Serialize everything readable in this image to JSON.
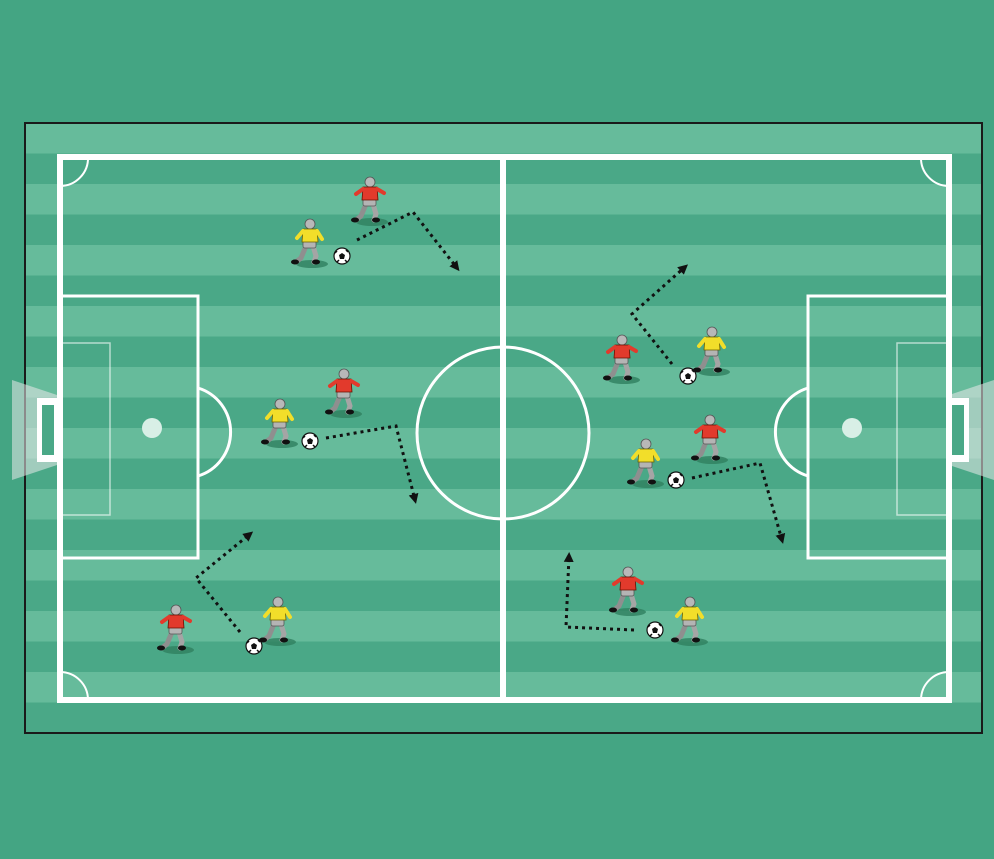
{
  "colors": {
    "background": "#44a583",
    "pitch_dark": "#4aa887",
    "pitch_light": "#66bb9b",
    "lines": "#ffffff",
    "border": "#1a1a1a",
    "attacker_shirt": "#f2de2a",
    "defender_shirt": "#e23a2c",
    "kit_grey": "#9c9c9c",
    "arrow": "#111111"
  },
  "pitch": {
    "stripes": 20,
    "line_style": "white"
  },
  "teams": {
    "attackers": {
      "shirt": "yellow",
      "icon": "yellow-player-icon"
    },
    "defenders": {
      "shirt": "red",
      "icon": "red-player-icon"
    }
  },
  "drills": [
    {
      "id": "top-left",
      "has_ball": true,
      "run_arrow": "zigzag-dotted"
    },
    {
      "id": "mid-left",
      "has_ball": true,
      "run_arrow": "zigzag-dotted"
    },
    {
      "id": "bottom-left",
      "has_ball": true,
      "run_arrow": "zigzag-dotted"
    },
    {
      "id": "top-right",
      "has_ball": true,
      "run_arrow": "zigzag-dotted"
    },
    {
      "id": "mid-right",
      "has_ball": true,
      "run_arrow": "zigzag-dotted"
    },
    {
      "id": "bottom-right",
      "has_ball": true,
      "run_arrow": "zigzag-dotted"
    }
  ]
}
